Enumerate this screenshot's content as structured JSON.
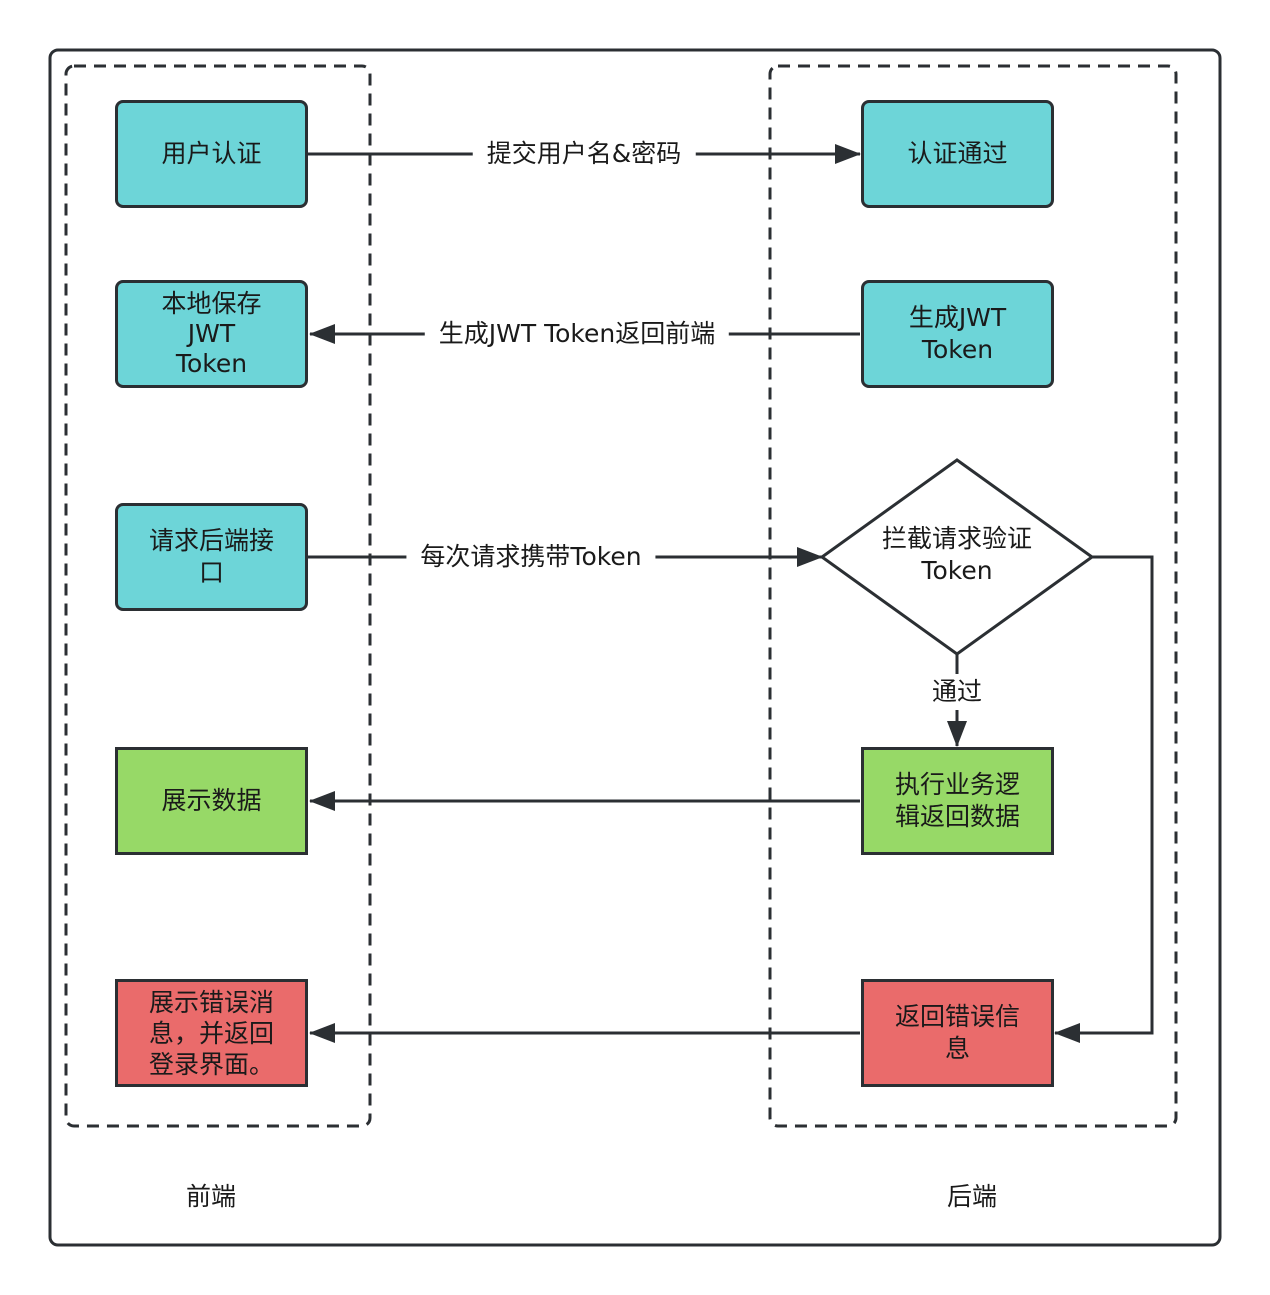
{
  "lanes": {
    "frontend": "前端",
    "backend": "后端"
  },
  "nodes": {
    "user_auth": "用户认证",
    "auth_passed": "认证通过",
    "save_token": "本地保存\nJWT\nToken",
    "generate_token": "生成JWT\nToken",
    "request_api": "请求后端接\n口",
    "intercept_verify": "拦截请求验证\nToken",
    "show_data": "展示数据",
    "execute_logic": "执行业务逻\n辑返回数据",
    "show_error": "展示错误消\n息，并返回\n登录界面。",
    "return_error": "返回错误信\n息"
  },
  "edges": {
    "submit_credentials": "提交用户名&密码",
    "return_token": "生成JWT Token返回前端",
    "carry_token": "每次请求携带Token",
    "passed": "通过"
  },
  "colors": {
    "teal": "#6dd5d8",
    "green": "#97d967",
    "red": "#ea6b6b",
    "stroke": "#2b2f33"
  }
}
